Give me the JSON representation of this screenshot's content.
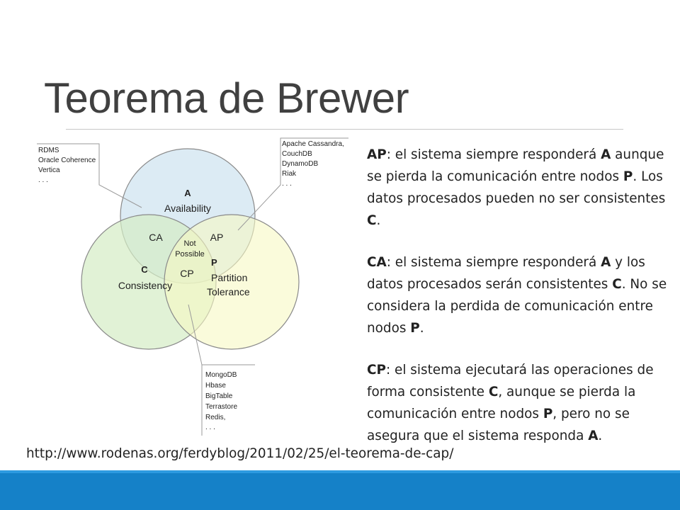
{
  "slide": {
    "title": "Teorema de Brewer",
    "source_url": "http://www.rodenas.org/ferdyblog/2011/02/25/el-teorema-de-cap/"
  },
  "diagram": {
    "a_letter": "A",
    "a_label": "Availability",
    "c_letter": "C",
    "c_label": "Consistency",
    "p_letter": "P",
    "p_label_1": "Partition",
    "p_label_2": "Tolerance",
    "ca": "CA",
    "ap": "AP",
    "cp": "CP",
    "center_1": "Not",
    "center_2": "Possible",
    "ca_systems": [
      "RDMS",
      "Oracle Coherence",
      "Vertica",
      ". . ."
    ],
    "ap_systems": [
      "Apache Cassandra,",
      "CouchDB",
      "DynamoDB",
      "Riak",
      ". . ."
    ],
    "cp_systems": [
      "MongoDB",
      "Hbase",
      "BigTable",
      "Terrastore",
      "Redis,",
      ". . ."
    ],
    "colors": {
      "a": "#d6e8f2",
      "c": "#d4edc4",
      "p": "#f7f8c3",
      "stroke": "#8a8a8a"
    }
  },
  "paragraphs": [
    {
      "parts": [
        {
          "t": "AP",
          "b": true
        },
        {
          "t": ": el sistema siempre responderá ",
          "b": false
        },
        {
          "t": "A",
          "b": true
        },
        {
          "t": " aunque se pierda la comunicación entre nodos ",
          "b": false
        },
        {
          "t": "P",
          "b": true
        },
        {
          "t": ". Los datos procesados pueden no ser consistentes ",
          "b": false
        },
        {
          "t": "C",
          "b": true
        },
        {
          "t": ".",
          "b": false
        }
      ]
    },
    {
      "parts": [
        {
          "t": "CA",
          "b": true
        },
        {
          "t": ": el sistema siempre responderá ",
          "b": false
        },
        {
          "t": "A",
          "b": true
        },
        {
          "t": " y los datos procesados serán consistentes ",
          "b": false
        },
        {
          "t": "C",
          "b": true
        },
        {
          "t": ". No se considera la perdida de comunicación entre nodos ",
          "b": false
        },
        {
          "t": "P",
          "b": true
        },
        {
          "t": ".",
          "b": false
        }
      ]
    },
    {
      "parts": [
        {
          "t": "CP",
          "b": true
        },
        {
          "t": ": el sistema ejecutará las operaciones de forma consistente ",
          "b": false
        },
        {
          "t": "C",
          "b": true
        },
        {
          "t": ", aunque se pierda la comunicación entre nodos ",
          "b": false
        },
        {
          "t": "P",
          "b": true
        },
        {
          "t": ", pero no se asegura que el sistema responda ",
          "b": false
        },
        {
          "t": "A",
          "b": true
        },
        {
          "t": ".",
          "b": false
        }
      ]
    }
  ]
}
